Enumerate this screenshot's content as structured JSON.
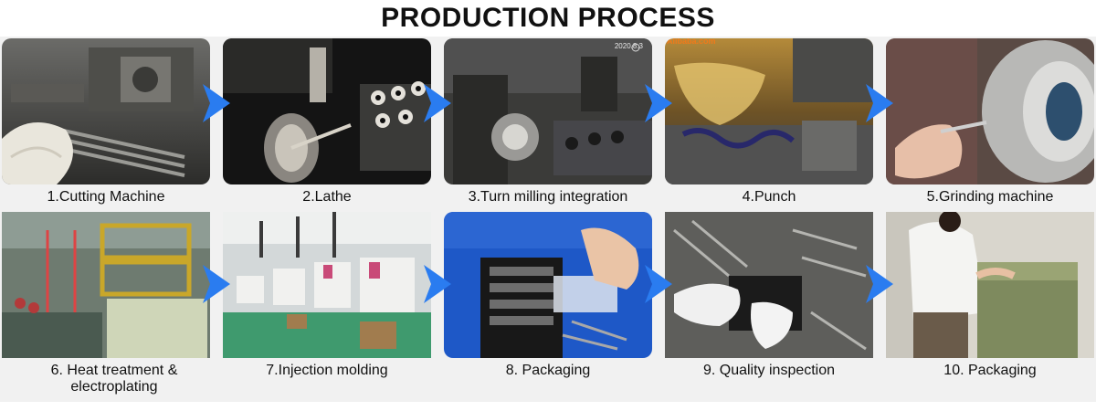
{
  "page": {
    "title": "PRODUCTION PROCESS",
    "arrow_color": "#2a7cf0",
    "panel_color": "#f1f1f1"
  },
  "steps": [
    {
      "label": "1.Cutting Machine",
      "photo": "cutting-machine-photo"
    },
    {
      "label": "2.Lathe",
      "photo": "lathe-photo"
    },
    {
      "label": "3.Turn milling integration",
      "photo": "turn-milling-photo",
      "stamp": "2020.8.3"
    },
    {
      "label": "4.Punch",
      "photo": "punch-photo",
      "watermark": "Alibaba.com"
    },
    {
      "label": "5.Grinding machine",
      "photo": "grinding-machine-photo"
    },
    {
      "label": "6. Heat treatment & electroplating",
      "photo": "heat-treatment-photo"
    },
    {
      "label": "7.Injection molding",
      "photo": "injection-molding-photo"
    },
    {
      "label": "8. Packaging",
      "photo": "packaging-photo"
    },
    {
      "label": "9. Quality inspection",
      "photo": "quality-inspection-photo"
    },
    {
      "label": "10. Packaging",
      "photo": "final-packaging-photo"
    }
  ]
}
